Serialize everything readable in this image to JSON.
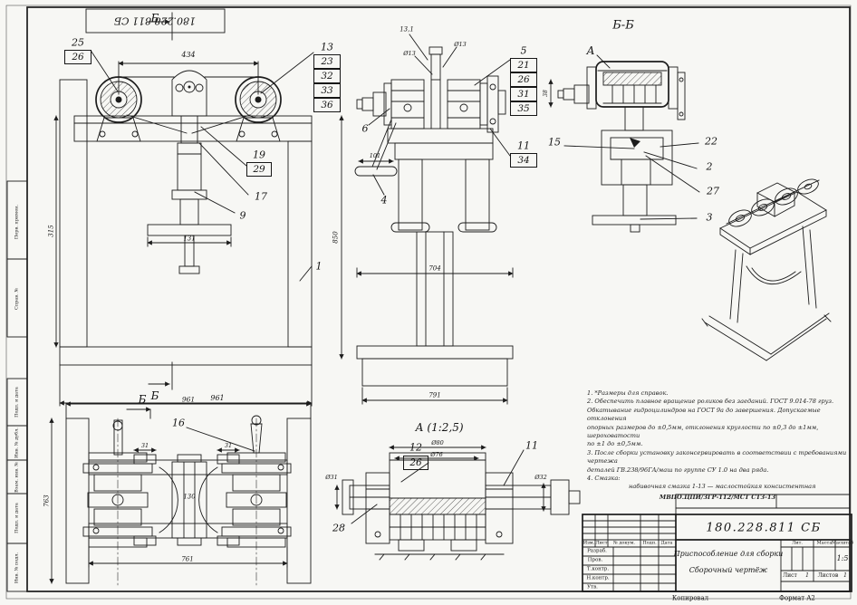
{
  "sheet": {
    "corner_stamp": "180.228.811 СБ",
    "margin_labels": {
      "perv_primen": "Перв. примен.",
      "sprav_no": "Справ. №",
      "podp_data_1": "Подп. и дата",
      "inv_dubl": "Инв. № дубл.",
      "vzam_inv": "Взам. инв. №",
      "podp_data_2": "Подп. и дата",
      "inv_podl": "Инв. № подл."
    },
    "footer": {
      "kopiroval": "Копировал",
      "format": "Формат A2"
    }
  },
  "views": {
    "front": {
      "marker_top": "Б",
      "marker_bottom": "Б",
      "c25": "25",
      "c26": "26",
      "c19": "19",
      "c29": "29",
      "c17": "17",
      "c9": "9",
      "c1": "1",
      "dim_span": "434",
      "dim_height": "315",
      "dim_base": "131",
      "dim_width": "961"
    },
    "side": {
      "c13": "13",
      "stack_left": [
        "23",
        "32",
        "33",
        "36"
      ],
      "c5": "5",
      "stack_right": [
        "21",
        "26",
        "31",
        "35"
      ],
      "c11": "11",
      "c34": "34",
      "c6": "6",
      "c4": "4",
      "dim_top1": "13,1",
      "dim_top2": "Ø13",
      "dim_top3": "Ø13",
      "dim_handle": "101",
      "dim_height": "850",
      "dim_mid": "704",
      "dim_base": "791"
    },
    "section_bb": {
      "title": "Б-Б",
      "ca": "А",
      "c15": "15",
      "c22": "22",
      "c2": "2",
      "c27": "27",
      "c3": "3",
      "dim_shaft": "38"
    },
    "top": {
      "marker": "Б",
      "c16": "16",
      "dim_width_top": "961",
      "dim_bracket_left": "31",
      "dim_bracket_right": "31",
      "dim_center": "130",
      "dim_width_bottom": "761",
      "dim_height": "763"
    },
    "detail_a": {
      "title": "А (1:2,5)",
      "c12": "12",
      "c26": "26",
      "c11": "11",
      "c28": "28",
      "dim_top1": "Ø80",
      "dim_top2": "Ø76",
      "dim_left": "Ø31",
      "dim_right": "Ø32"
    }
  },
  "notes": {
    "lines": [
      "1. *Размеры для справок.",
      "2. Обеспечить плавное вращение роликов без заеданий. ГОСТ 9.014-78 груз.",
      "Обкатывание гидроцилиндров на ГОСТ 9а до завершения. Допускаемые отклонения",
      "опорных размеров до ±0,5мм, отклонения круглости по ±0,3 до ±1мм, шероховатости",
      "по ±1 до ±0,5мм.",
      "3. После сборки установку законсервировать в соответствии с требованиями чертежа",
      "деталей ГВ.238/96ГА/маш по группе СУ 1.0 на два ряда.",
      "4. Смазка:",
      "набивочная смазка 1-13 — маслостойкая консистентная",
      "МВПО.ЦПИ/ЗГР-112/МСТ СТЗ-13"
    ]
  },
  "title_block": {
    "doc_number": "180.228.811 СБ",
    "name_line1": "Приспособление для сборки",
    "name_line2": "Сборочный чертёж",
    "header_cols": [
      "Изм.",
      "Лист",
      "№ докум.",
      "Подп.",
      "Дата"
    ],
    "row_labels": [
      "Разраб.",
      "Пров.",
      "Т.контр.",
      "Н.контр.",
      "Утв."
    ],
    "lit_label": "Лит.",
    "massa_label": "Масса",
    "masshtab_label": "Масштаб",
    "scale_value": "1:5",
    "list_label": "Лист",
    "list_value": "1",
    "listov_label": "Листов",
    "listov_value": "1"
  }
}
